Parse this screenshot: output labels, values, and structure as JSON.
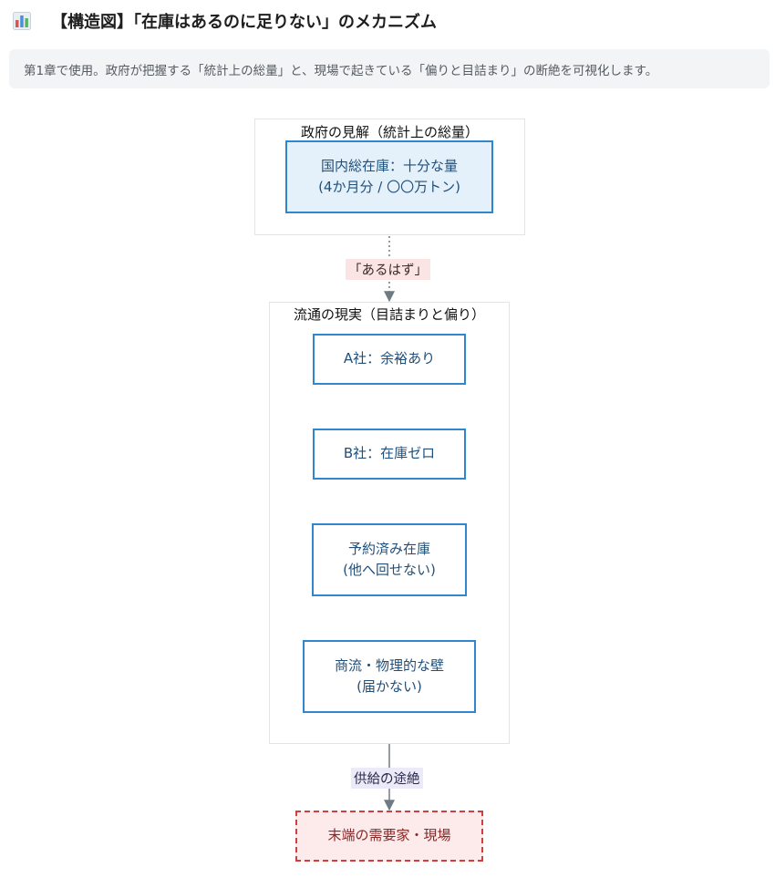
{
  "header": {
    "icon": "bar-chart-icon",
    "title": "【構造図】「在庫はあるのに足りない」のメカニズム"
  },
  "description": "第1章で使用。政府が把握する「統計上の総量」と、現場で起きている「偏りと目詰まり」の断絶を可視化します。",
  "diagram": {
    "government_cluster": {
      "title": "政府の見解（統計上の総量）",
      "node": {
        "line1": "国内総在庫：十分な量",
        "line2": "(4か月分 / 〇〇万トン)"
      }
    },
    "edge_assumed": "「あるはず」",
    "distribution_cluster": {
      "title": "流通の現実（目詰まりと偏り）",
      "nodes": [
        {
          "line1": "A社：余裕あり"
        },
        {
          "line1": "B社：在庫ゼロ"
        },
        {
          "line1": "予約済み在庫",
          "line2": "(他へ回せない)"
        },
        {
          "line1": "商流・物理的な壁",
          "line2": "(届かない)"
        }
      ]
    },
    "edge_supply": "供給の途絶",
    "end_node": "末端の需要家・現場"
  },
  "colors": {
    "node_border": "#2f86cf",
    "gov_fill": "#e4f1fb",
    "end_border": "#cf3f3f",
    "end_fill": "#fdeaea",
    "edge": "#6f7b84"
  }
}
